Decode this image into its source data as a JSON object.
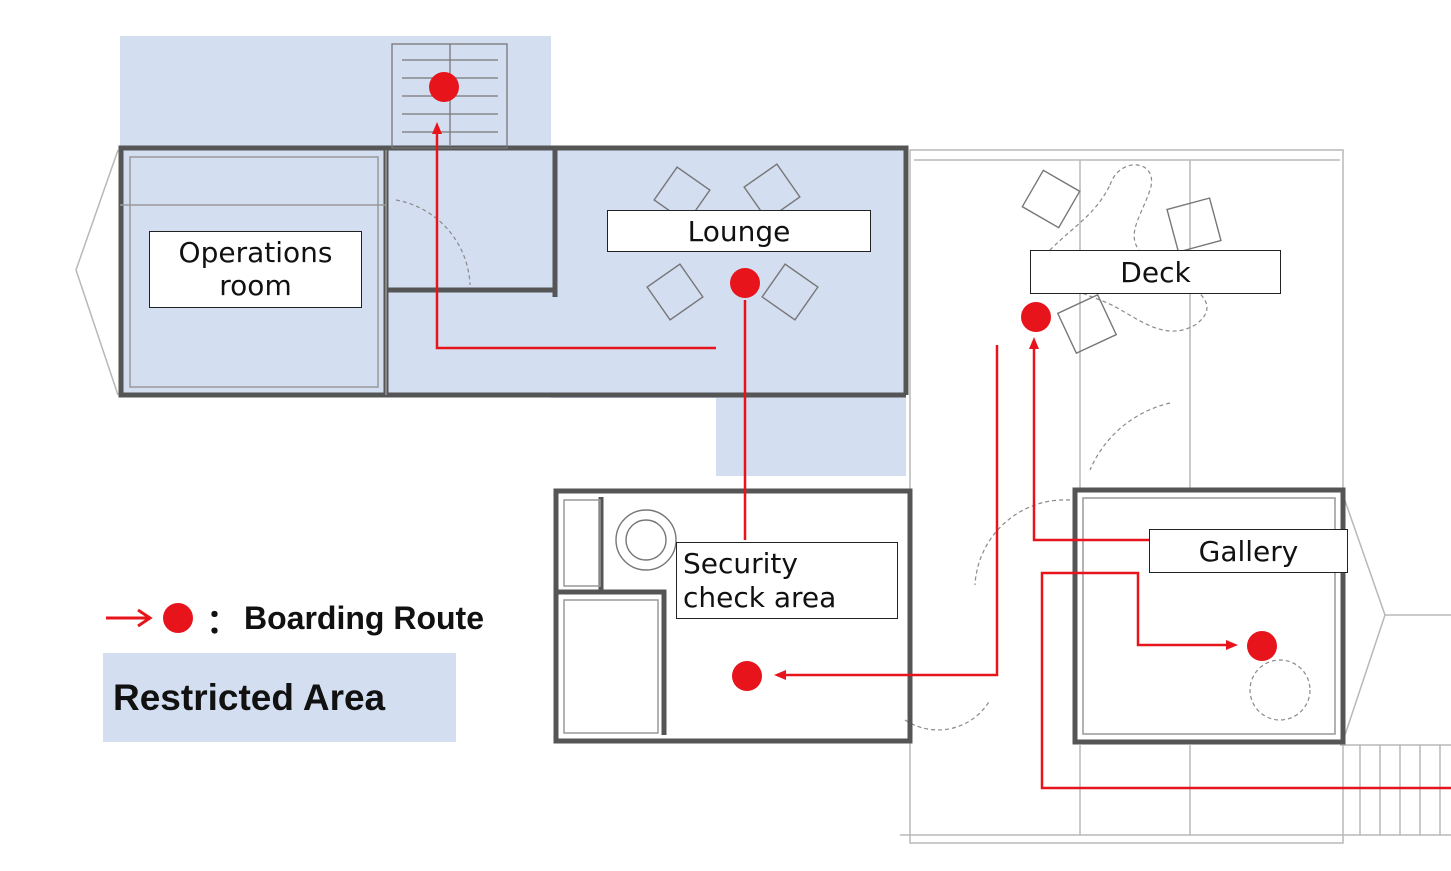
{
  "labels": {
    "operations_room": "Operations\nroom",
    "lounge": "Lounge",
    "deck": "Deck",
    "security": "Security\ncheck area",
    "gallery": "Gallery"
  },
  "legend": {
    "route_symbol": "→●",
    "route_separator": "：",
    "route_text": "Boarding Route",
    "restricted_text": "Restricted Area"
  },
  "colors": {
    "route": "#e8141c",
    "restricted_fill": "#d4def1",
    "wall": "#555555"
  }
}
